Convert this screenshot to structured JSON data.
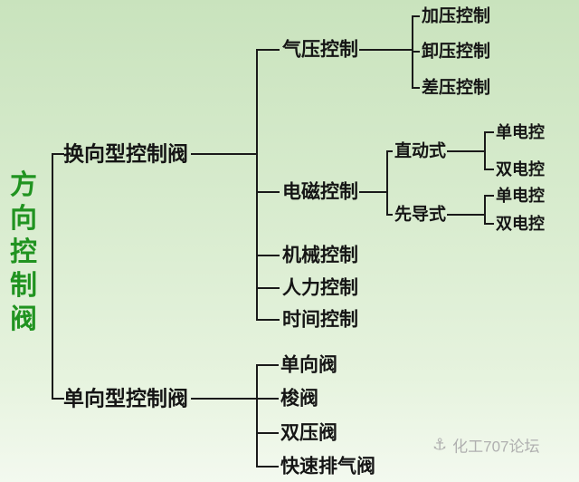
{
  "tree": {
    "label": "方向控制阀",
    "children": [
      {
        "label": "换向型控制阀",
        "children": [
          {
            "label": "气压控制",
            "children": [
              {
                "label": "加压控制"
              },
              {
                "label": "卸压控制"
              },
              {
                "label": "差压控制"
              }
            ]
          },
          {
            "label": "电磁控制",
            "children": [
              {
                "label": "直动式",
                "children": [
                  {
                    "label": "单电控"
                  },
                  {
                    "label": "双电控"
                  }
                ]
              },
              {
                "label": "先导式",
                "children": [
                  {
                    "label": "单电控"
                  },
                  {
                    "label": "双电控"
                  }
                ]
              }
            ]
          },
          {
            "label": "机械控制"
          },
          {
            "label": "人力控制"
          },
          {
            "label": "时间控制"
          }
        ]
      },
      {
        "label": "单向型控制阀",
        "children": [
          {
            "label": "单向阀"
          },
          {
            "label": "梭阀"
          },
          {
            "label": "双压阀"
          },
          {
            "label": "快速排气阀"
          }
        ]
      }
    ]
  },
  "watermark": {
    "icon": "anchor-icon",
    "icon_glyph": "⚓",
    "text": "化工707论坛"
  },
  "colors": {
    "line": "#1a1a1a",
    "root_text": "#209320",
    "node_text": "#151515",
    "watermark_text": "#b0b0b0",
    "background_top": "#c9e3bd",
    "background_bottom": "#f3f9ef"
  }
}
